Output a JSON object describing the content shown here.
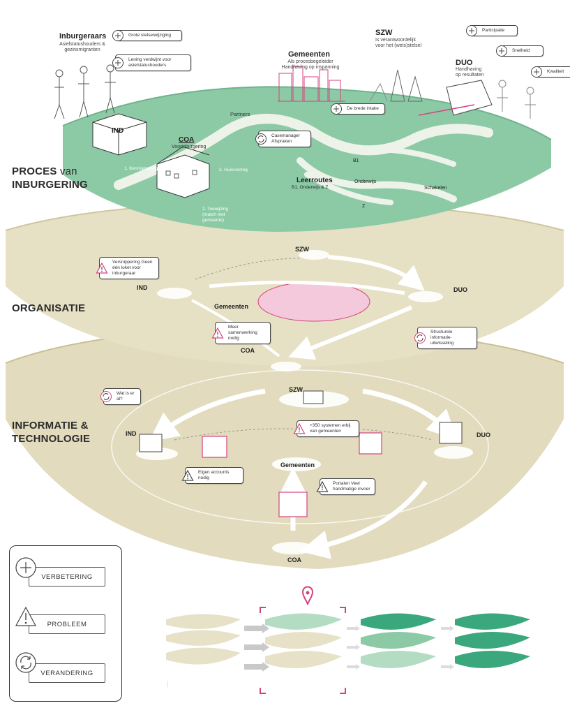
{
  "layers": {
    "proces": {
      "line1": "PROCES",
      "line1_small": "van",
      "line2": "INBURGERING"
    },
    "organisatie": {
      "line1": "ORGANISATIE"
    },
    "informatie": {
      "line1": "INFORMATIE &",
      "line2": "TECHNOLOGIE"
    }
  },
  "actors": {
    "inburgeraars": {
      "title": "Inburgeraars",
      "sub1": "Asielstatushouders &",
      "sub2": "gezinsmigranten"
    },
    "gemeenten": {
      "title": "Gemeenten",
      "sub1": "Als procesbegeleider",
      "sub2": "Handhaving op inspanning"
    },
    "szw": {
      "title": "SZW",
      "sub1": "Is verantwoordelijk",
      "sub2": "voor het (wets)stelsel"
    },
    "duo": {
      "title": "DUO",
      "sub1": "Handhaving",
      "sub2": "op resultaten"
    }
  },
  "top_notes": {
    "grote_stelsel": "Grote stelselwijziging",
    "lening": "Lening verdwijnt voor asielstatushouders",
    "participatie": "Participatie",
    "snelheid": "Snelheid",
    "kwaliteit": "Kwaliteit"
  },
  "proces_labels": {
    "ind": "IND",
    "coa": "COA",
    "coa_sub": "Voorinburgering",
    "partners": "Partners",
    "casemanager": "Casemanager Afspraken",
    "brede_intake": "De brede intake",
    "kennismaking": "1. Kennismaking",
    "huisvesting": "3. Huisvesting",
    "toewijzing": "2. Toewijzing (match met gemeente)",
    "leerroutes": "Leerroutes",
    "leerroutes_sub": "B1, Onderwijs & Z",
    "b1": "B1",
    "onderwijs": "Onderwijs",
    "z": "Z",
    "schakelen": "Schakelen"
  },
  "organisatie_labels": {
    "szw": "SZW",
    "ind": "IND",
    "duo": "DUO",
    "gemeenten": "Gemeenten",
    "coa": "COA",
    "note_versnippering": "Versnippering Geen één loket voor inburgeraar",
    "note_samenwerking": "Meer samenwerking nodig",
    "note_structurele": "Structurele informatie-uitwisseling"
  },
  "informatie_labels": {
    "szw": "SZW",
    "ind": "IND",
    "duo": "DUO",
    "gemeenten": "Gemeenten",
    "coa": "COA",
    "note_watiser": "Wat is er al?",
    "note_350": "+350 systemen erbij van gemeenten",
    "note_accounts": "Eigen accounts nodig",
    "note_portalen": "Portalen Veel handmatige invoer"
  },
  "legend": {
    "verbetering": "VERBETERING",
    "probleem": "PROBLEEM",
    "verandering": "VERANDERING"
  },
  "colors": {
    "green_layer": "#8ccaa6",
    "beige_layer": "#e4ddc0",
    "beige_dark": "#d8cfa8",
    "pink_accent": "#d6417f",
    "stage_light": "#e6e1c7",
    "stage_green_light": "#b4dcc3",
    "stage_green_mid": "#6cc19a",
    "stage_green_dark": "#3aa87c"
  },
  "icons": {
    "plus": "plus-circle-icon",
    "warning": "warning-triangle-icon",
    "cycle": "refresh-cycle-icon",
    "pin": "map-pin-icon"
  }
}
